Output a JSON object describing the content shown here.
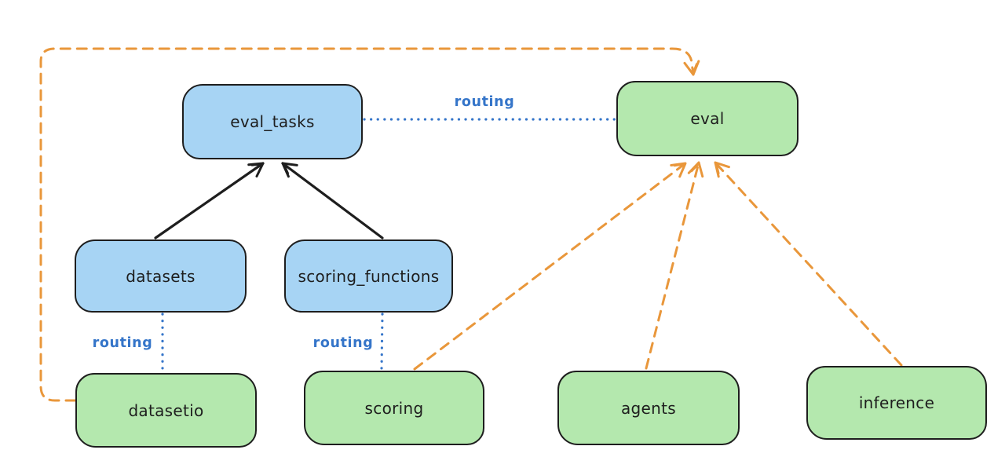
{
  "diagram_type": "hand-drawn architecture diagram (excalidraw style)",
  "nodes": {
    "eval_tasks": {
      "label": "eval_tasks",
      "kind": "registry",
      "fill": "#a7d4f4"
    },
    "eval": {
      "label": "eval",
      "kind": "api",
      "fill": "#b4e8ae"
    },
    "datasets": {
      "label": "datasets",
      "kind": "registry",
      "fill": "#a7d4f4"
    },
    "scoring_functions": {
      "label": "scoring_functions",
      "kind": "registry",
      "fill": "#a7d4f4"
    },
    "datasetio": {
      "label": "datasetio",
      "kind": "api",
      "fill": "#b4e8ae"
    },
    "scoring": {
      "label": "scoring",
      "kind": "api",
      "fill": "#b4e8ae"
    },
    "agents": {
      "label": "agents",
      "kind": "api",
      "fill": "#b4e8ae"
    },
    "inference": {
      "label": "inference",
      "kind": "api",
      "fill": "#b4e8ae"
    }
  },
  "edge_labels": {
    "eval_tasks_to_eval": "routing",
    "datasets_to_datasetio": "routing",
    "scoring_functions_to_scoring": "routing"
  },
  "edges": [
    {
      "from": "datasets",
      "to": "eval_tasks",
      "style": "solid",
      "color": "#1e1e1e",
      "arrow": true
    },
    {
      "from": "scoring_functions",
      "to": "eval_tasks",
      "style": "solid",
      "color": "#1e1e1e",
      "arrow": true
    },
    {
      "from": "eval_tasks",
      "to": "eval",
      "style": "dotted",
      "color": "#3575c9",
      "arrow": false,
      "label": "routing"
    },
    {
      "from": "datasets",
      "to": "datasetio",
      "style": "dotted",
      "color": "#3575c9",
      "arrow": false,
      "label": "routing"
    },
    {
      "from": "scoring_functions",
      "to": "scoring",
      "style": "dotted",
      "color": "#3575c9",
      "arrow": false,
      "label": "routing"
    },
    {
      "from": "datasetio",
      "to": "eval",
      "style": "dashed",
      "color": "#e9973b",
      "arrow": true,
      "route": "around-left-and-top"
    },
    {
      "from": "scoring",
      "to": "eval",
      "style": "dashed",
      "color": "#e9973b",
      "arrow": true
    },
    {
      "from": "agents",
      "to": "eval",
      "style": "dashed",
      "color": "#e9973b",
      "arrow": true
    },
    {
      "from": "inference",
      "to": "eval",
      "style": "dashed",
      "color": "#e9973b",
      "arrow": true
    }
  ],
  "colors": {
    "background": "#ffffff",
    "registry_fill": "#a7d4f4",
    "api_fill": "#b4e8ae",
    "stroke": "#1e1e1e",
    "routing_blue": "#3575c9",
    "dashed_orange": "#e9973b"
  }
}
